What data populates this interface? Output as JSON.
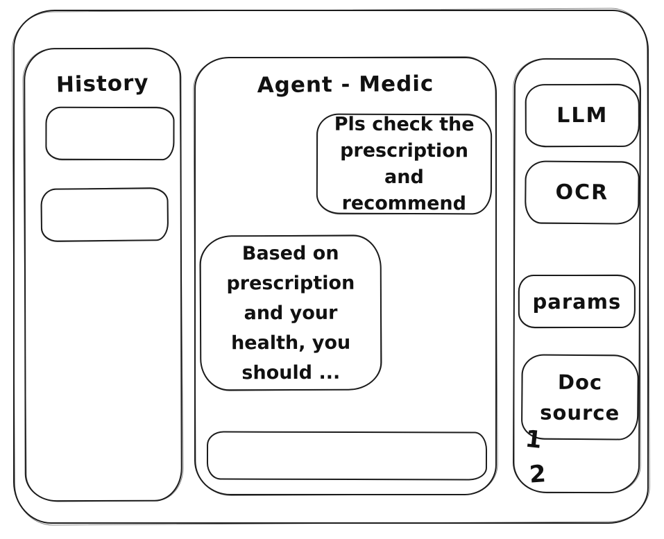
{
  "colors": {
    "stroke": "#1c1c1c",
    "background": "#ffffff",
    "text": "#111111"
  },
  "history_sidebar": {
    "title": "History",
    "items": [
      {
        "label": ""
      },
      {
        "label": ""
      }
    ]
  },
  "chat_panel": {
    "title": "Agent - Medic",
    "messages": [
      {
        "role": "user",
        "text": "Pls check the prescription and recommend"
      },
      {
        "role": "assistant",
        "text": "Based on prescription and your health, you should ..."
      }
    ],
    "input": {
      "value": "",
      "placeholder": ""
    }
  },
  "tools_sidebar": {
    "buttons": [
      {
        "label": "LLM"
      },
      {
        "label": "OCR"
      },
      {
        "label": "params"
      },
      {
        "label": "Doc source"
      }
    ],
    "annotations": [
      "1",
      "2"
    ]
  }
}
